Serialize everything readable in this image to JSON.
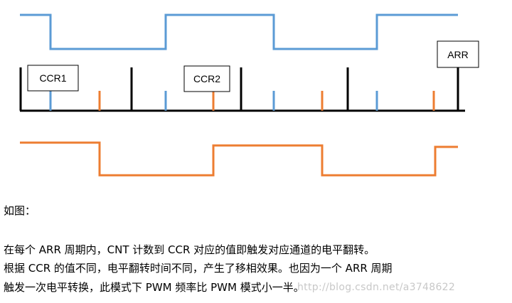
{
  "diagram": {
    "labels": {
      "ccr1": "CCR1",
      "ccr2": "CCR2",
      "arr": "ARR"
    },
    "colors": {
      "blue": "#5b9bd5",
      "orange": "#ed7d31",
      "axis": "#000000"
    }
  },
  "caption": {
    "title": "如图：",
    "line1": "在每个 ARR 周期内，CNT 计数到 CCR 对应的值即触发对应通道的电平翻转。",
    "line2": "根据 CCR 的值不同，电平翻转时间不同，产生了移相效果。也因为一个 ARR 周期",
    "line3": "触发一次电平转换，此模式下 PWM 频率比 PWM 模式小一半。"
  },
  "watermark": "http://blog.csdn.net/a3748622"
}
